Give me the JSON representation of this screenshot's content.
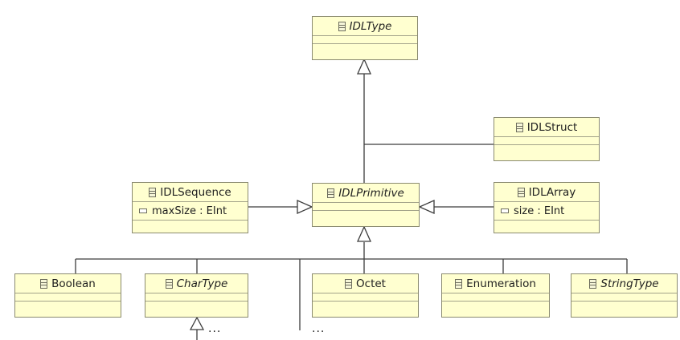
{
  "classes": {
    "idltype": {
      "name": "IDLType"
    },
    "idlstruct": {
      "name": "IDLStruct"
    },
    "idlsequence": {
      "name": "IDLSequence",
      "attribute": "maxSize : EInt"
    },
    "idlprimitive": {
      "name": "IDLPrimitive"
    },
    "idlarray": {
      "name": "IDLArray",
      "attribute": "size : EInt"
    },
    "boolean": {
      "name": "Boolean"
    },
    "chartype": {
      "name": "CharType"
    },
    "octet": {
      "name": "Octet"
    },
    "enumeration": {
      "name": "Enumeration"
    },
    "stringtype": {
      "name": "StringType"
    }
  },
  "ellipses": {
    "chartype_subtypes": "...",
    "primitive_subtypes": "..."
  },
  "colors": {
    "class_fill": "#ffffd0",
    "class_border": "#8a8a70",
    "line": "#3c3c3c"
  }
}
